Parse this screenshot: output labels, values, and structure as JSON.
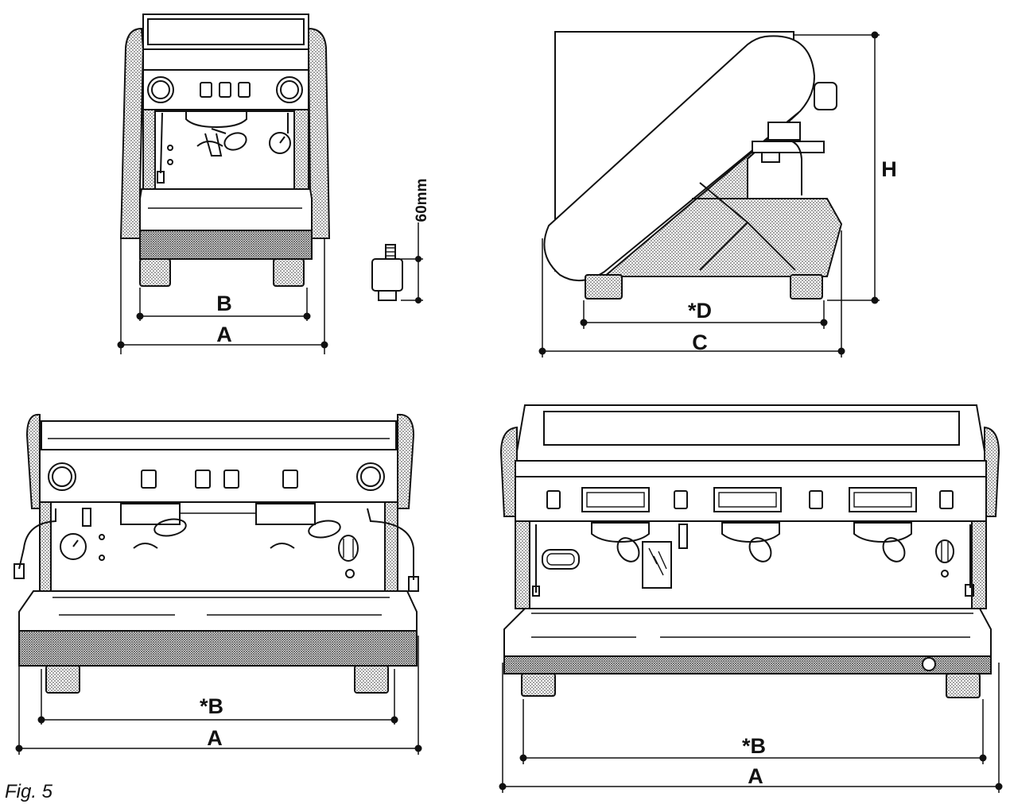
{
  "figure": {
    "caption": "Fig. 5"
  },
  "views": {
    "compact_front": {
      "width_total_label": "A",
      "width_feet_label": "B"
    },
    "foot_detail": {
      "height_label": "60mm"
    },
    "side": {
      "height_label": "H",
      "depth_total_label": "C",
      "depth_feet_label": "*D"
    },
    "two_group_front": {
      "width_total_label": "A",
      "width_feet_label": "*B"
    },
    "three_group_front": {
      "width_total_label": "A",
      "width_feet_label": "*B"
    }
  },
  "colors": {
    "ink": "#111111",
    "paper": "#ffffff"
  }
}
